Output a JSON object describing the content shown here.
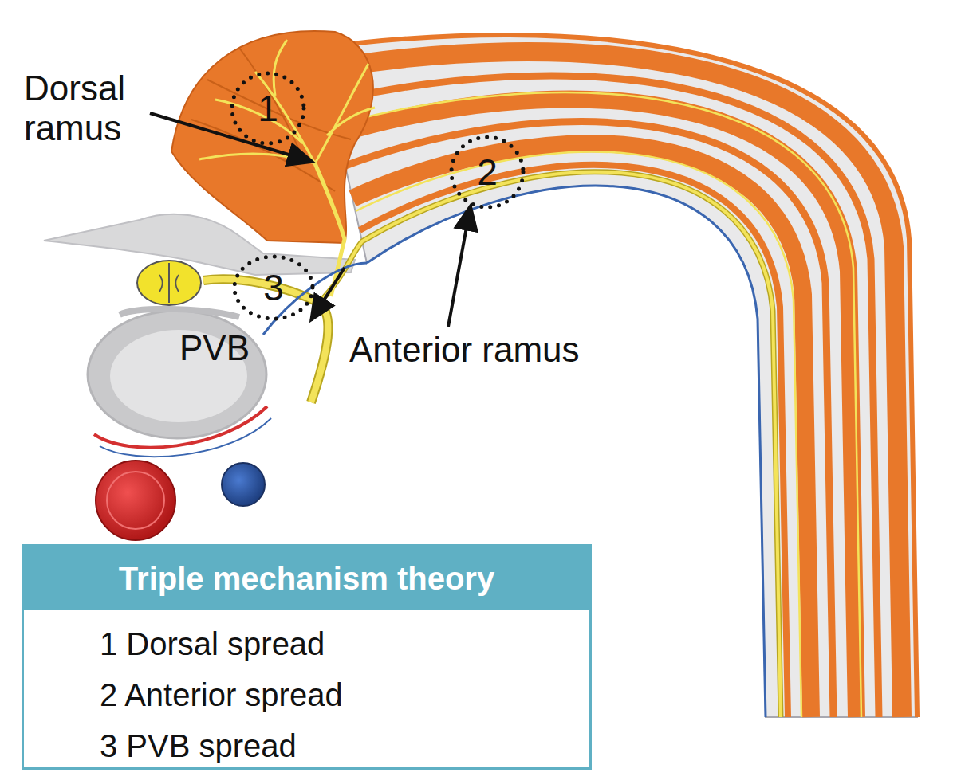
{
  "diagram": {
    "nodes": [
      {
        "text": [
          "1"
        ]
      },
      {
        "text": [
          "2"
        ]
      },
      {
        "text": [
          "3"
        ]
      },
      {
        "text": [
          "Triple mechanism theory",
          "1 Dorsal spread",
          "2 Anterior spread",
          "3 PVB spread"
        ]
      }
    ],
    "labels": [
      "Dorsal ramus",
      "PVB",
      "Anterior ramus"
    ]
  }
}
